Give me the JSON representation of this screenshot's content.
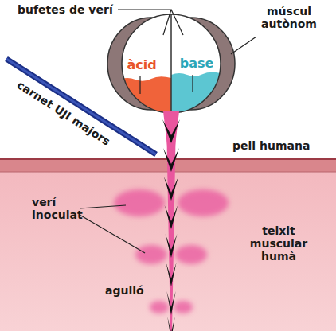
{
  "diagram": {
    "nodes": [
      {
        "text": [
          "àcid"
        ]
      },
      {
        "text": [
          "base"
        ]
      }
    ],
    "labels": [
      "bufetes de verí",
      "múscul autònom",
      "carnet UJI majors",
      "pell humana",
      "verí inoculat",
      "teixit muscular humà",
      "agulló"
    ]
  }
}
